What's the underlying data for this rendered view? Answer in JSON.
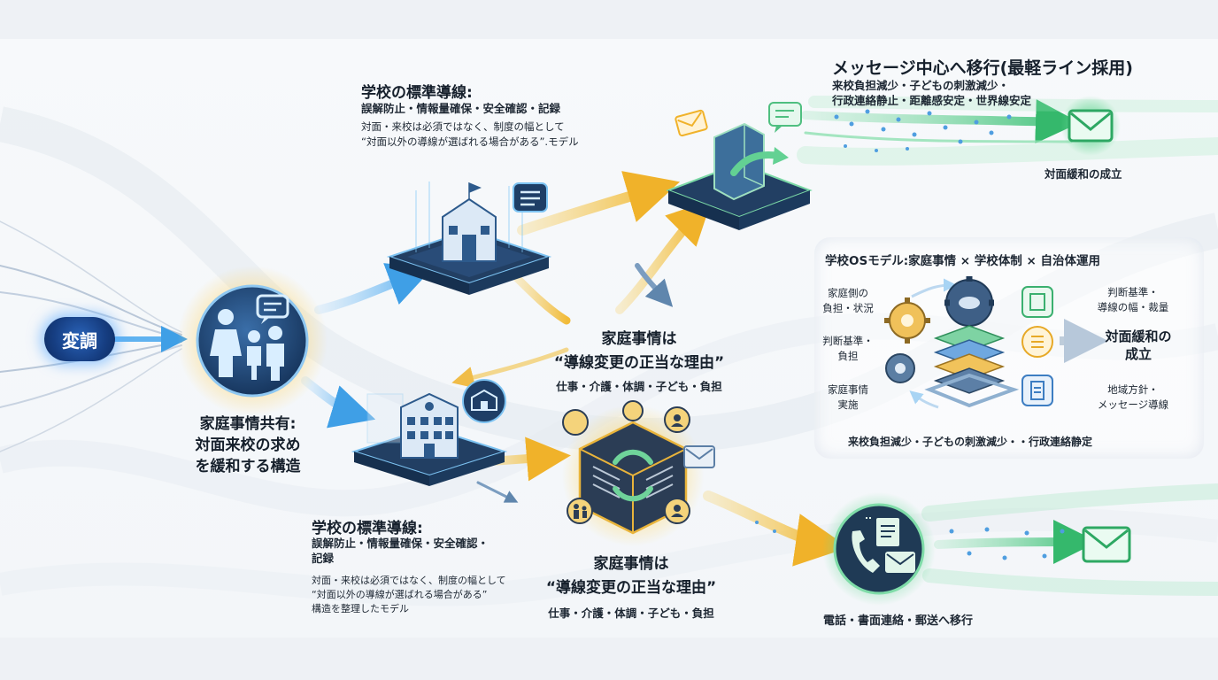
{
  "start_badge": "変調",
  "family_share": {
    "lines": [
      "家庭事情共有:",
      "対面来校の求め",
      "を緩和する構造"
    ]
  },
  "school_top": {
    "title": "学校の標準導線:",
    "subtitle": "誤解防止・情報量確保・安全確認・記録",
    "body": [
      "対面・来校は必須ではなく、制度の幅として",
      "“対面以外の導線が選ばれる場合がある”.モデル"
    ]
  },
  "school_bottom": {
    "title": "学校の標準導線:",
    "subtitle": [
      "誤解防止・情報量確保・安全確認・",
      "記録"
    ],
    "body": [
      "対面・来校は必須ではなく、制度の幅として",
      "“対面以外の導線が選ばれる場合がある”",
      "構造を整理したモデル"
    ]
  },
  "family_reason_mid": {
    "title": "家庭事情は",
    "subtitle": "“導線変更の正当な理由”",
    "detail": "仕事・介護・体調・子ども・負担"
  },
  "family_reason_bottom": {
    "title": "家庭事情は",
    "subtitle": "“導線変更の正当な理由”",
    "detail": "仕事・介護・体調・子ども・負担"
  },
  "message_shift": {
    "title": "メッセージ中心へ移行(最軽ライン採用)",
    "lines": [
      "来校負担減少・子どもの刺激減少・",
      "行政連絡静止・距離感安定・世界線安定"
    ],
    "result": "対面緩和の成立"
  },
  "school_os": {
    "title": "学校OSモデル:家庭事情 × 学校体制 × 自治体運用",
    "left_labels": [
      [
        "家庭側の",
        "負担・状況"
      ],
      [
        "判断基準・",
        "負担"
      ],
      [
        "家庭事情",
        "実施"
      ]
    ],
    "right_labels": [
      [
        "判断基準・",
        "導線の幅・裁量"
      ],
      [
        "地域方針・",
        "メッセージ導線"
      ]
    ],
    "result": [
      "対面緩和の",
      "成立"
    ],
    "footer": "来校負担減少・子どもの刺激減少・・行政連絡静定"
  },
  "phone_shift": {
    "label": "電話・書面連絡・郵送へ移行"
  },
  "colors": {
    "blue_flow": "#5fb2f0",
    "gold_flow": "#f3c24a",
    "green_flow": "#5ccf8a",
    "badge": "#163e82",
    "dark_icon": "#1d3b5e"
  }
}
